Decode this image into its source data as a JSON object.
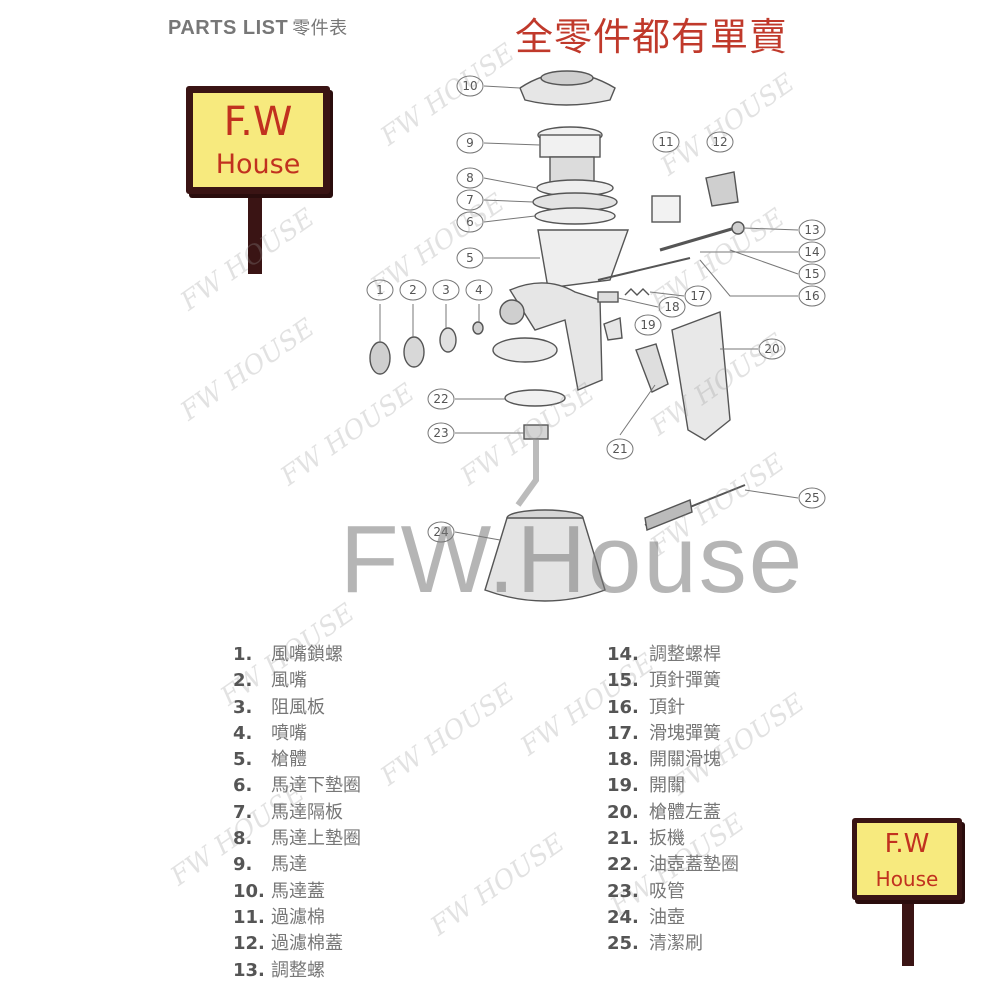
{
  "header": {
    "title_en": "PARTS LIST",
    "title_zh": "零件表"
  },
  "banner": {
    "text": "全零件都有單賣"
  },
  "sign_large": {
    "line1": "F.W",
    "line2": "House"
  },
  "sign_small": {
    "line1": "F.W",
    "line2": "House"
  },
  "watermark": {
    "big": "FW.House",
    "small": "FW HOUSE"
  },
  "colors": {
    "banner": "#c0392b",
    "sign_board": "#f7ea7e",
    "sign_frame": "#3a1414"
  },
  "callouts": [
    "1",
    "2",
    "3",
    "4",
    "5",
    "6",
    "7",
    "8",
    "9",
    "10",
    "11",
    "12",
    "13",
    "14",
    "15",
    "16",
    "17",
    "18",
    "19",
    "20",
    "21",
    "22",
    "23",
    "24",
    "25"
  ],
  "parts_left": [
    {
      "num": "1.",
      "name": "風嘴鎖螺"
    },
    {
      "num": "2.",
      "name": "風嘴"
    },
    {
      "num": "3.",
      "name": "阻風板"
    },
    {
      "num": "4.",
      "name": "噴嘴"
    },
    {
      "num": "5.",
      "name": "槍體"
    },
    {
      "num": "6.",
      "name": "馬達下墊圈"
    },
    {
      "num": "7.",
      "name": "馬達隔板"
    },
    {
      "num": "8.",
      "name": "馬達上墊圈"
    },
    {
      "num": "9.",
      "name": "馬達"
    },
    {
      "num": "10.",
      "name": "馬達蓋"
    },
    {
      "num": "11.",
      "name": "過濾棉"
    },
    {
      "num": "12.",
      "name": "過濾棉蓋"
    },
    {
      "num": "13.",
      "name": "調整螺"
    }
  ],
  "parts_right": [
    {
      "num": "14.",
      "name": "調整螺桿"
    },
    {
      "num": "15.",
      "name": "頂針彈簧"
    },
    {
      "num": "16.",
      "name": "頂針"
    },
    {
      "num": "17.",
      "name": "滑塊彈簧"
    },
    {
      "num": "18.",
      "name": "開關滑塊"
    },
    {
      "num": "19.",
      "name": "開關"
    },
    {
      "num": "20.",
      "name": "槍體左蓋"
    },
    {
      "num": "21.",
      "name": "扳機"
    },
    {
      "num": "22.",
      "name": "油壺蓋墊圈"
    },
    {
      "num": "23.",
      "name": "吸管"
    },
    {
      "num": "24.",
      "name": "油壺"
    },
    {
      "num": "25.",
      "name": "清潔刷"
    }
  ]
}
